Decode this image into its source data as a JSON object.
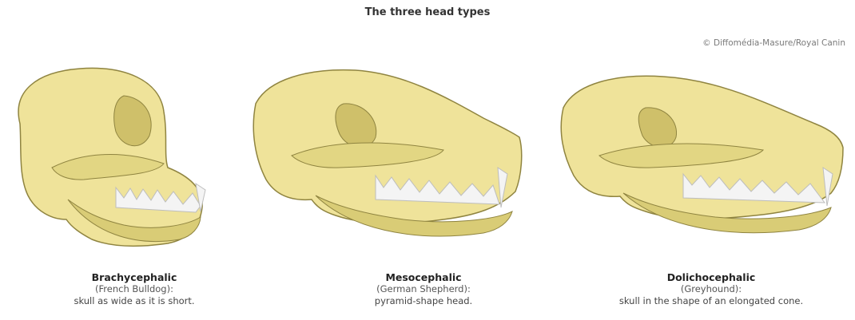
{
  "title": "The three head types",
  "credit": "© Diffomédia-Masure/Royal Canin",
  "colors": {
    "bone": "#efe39a",
    "bone_shadow": "#cfc06a",
    "outline": "#8f8440",
    "teeth": "#f4f4f4",
    "teeth_shadow": "#bdbdbd"
  },
  "head_types": [
    {
      "icon": "brachycephalic-skull-icon",
      "name": "Brachycephalic",
      "breed": "(French Bulldog):",
      "description": "skull as wide as it is short."
    },
    {
      "icon": "mesocephalic-skull-icon",
      "name": "Mesocephalic",
      "breed": "(German Shepherd):",
      "description": "pyramid-shape head."
    },
    {
      "icon": "dolichocephalic-skull-icon",
      "name": "Dolichocephalic",
      "breed": "(Greyhound):",
      "description": "skull in the shape of an elongated cone."
    }
  ]
}
